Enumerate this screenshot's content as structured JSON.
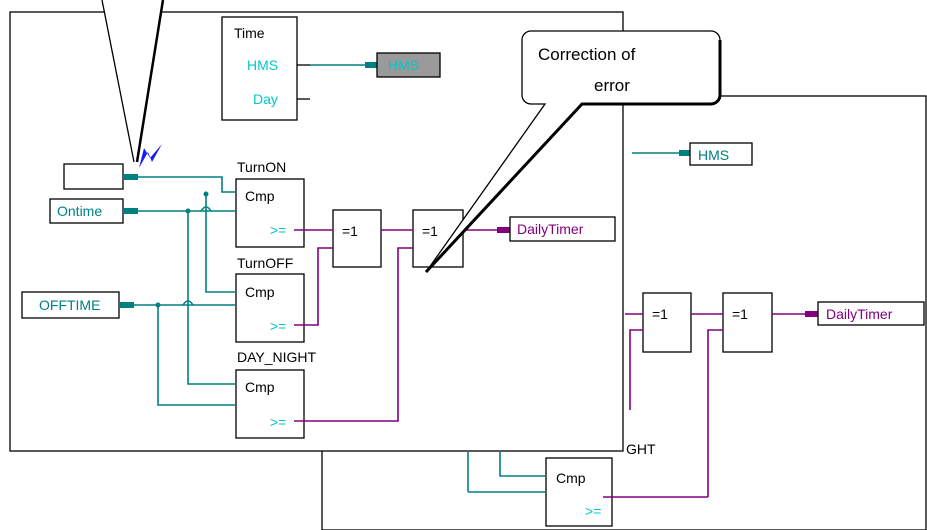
{
  "colors": {
    "signal": "#008080",
    "output": "#800080",
    "callout_fill": "#ffffff",
    "arrow": "#1a1aff"
  },
  "front": {
    "time_block": {
      "title": "Time",
      "pin_hms": "HMS",
      "pin_day": "Day",
      "out_var": "HMS"
    },
    "inputs": {
      "blank": "",
      "ontime": "Ontime",
      "offtime": "OFFTIME"
    },
    "cmp_on": {
      "label": "TurnON",
      "name": "Cmp",
      "pin": ">="
    },
    "cmp_off": {
      "label": "TurnOFF",
      "name": "Cmp",
      "pin": ">="
    },
    "cmp_day": {
      "label": "DAY_NIGHT",
      "name": "Cmp",
      "pin": ">="
    },
    "xor1": "=1",
    "xor2": "=1",
    "output": "DailyTimer"
  },
  "back": {
    "hms": "HMS",
    "xor1": "=1",
    "xor2": "=1",
    "output": "DailyTimer",
    "label_partial": "GHT",
    "cmp": {
      "name": "Cmp",
      "pin": ">="
    }
  },
  "callout": {
    "text_line1": "Correction of",
    "text_line2": "error"
  }
}
